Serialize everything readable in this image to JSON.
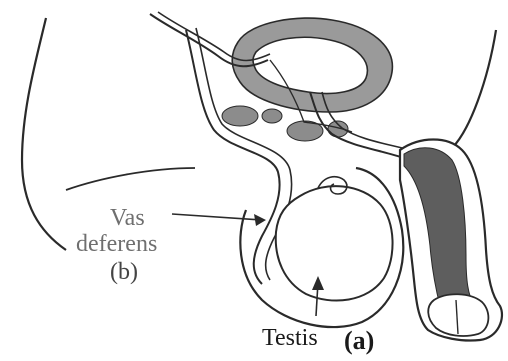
{
  "labels": {
    "vas_line1": "Vas",
    "vas_line2": "deferens",
    "vas_tag": "(b)",
    "testis": "Testis",
    "testis_tag": "(a)"
  },
  "colors": {
    "ink": "#2a2a2a",
    "organ_fill": "#9a9a9a",
    "organ_dark": "#5e5e5e",
    "label_gray": "#6f6f6f"
  }
}
